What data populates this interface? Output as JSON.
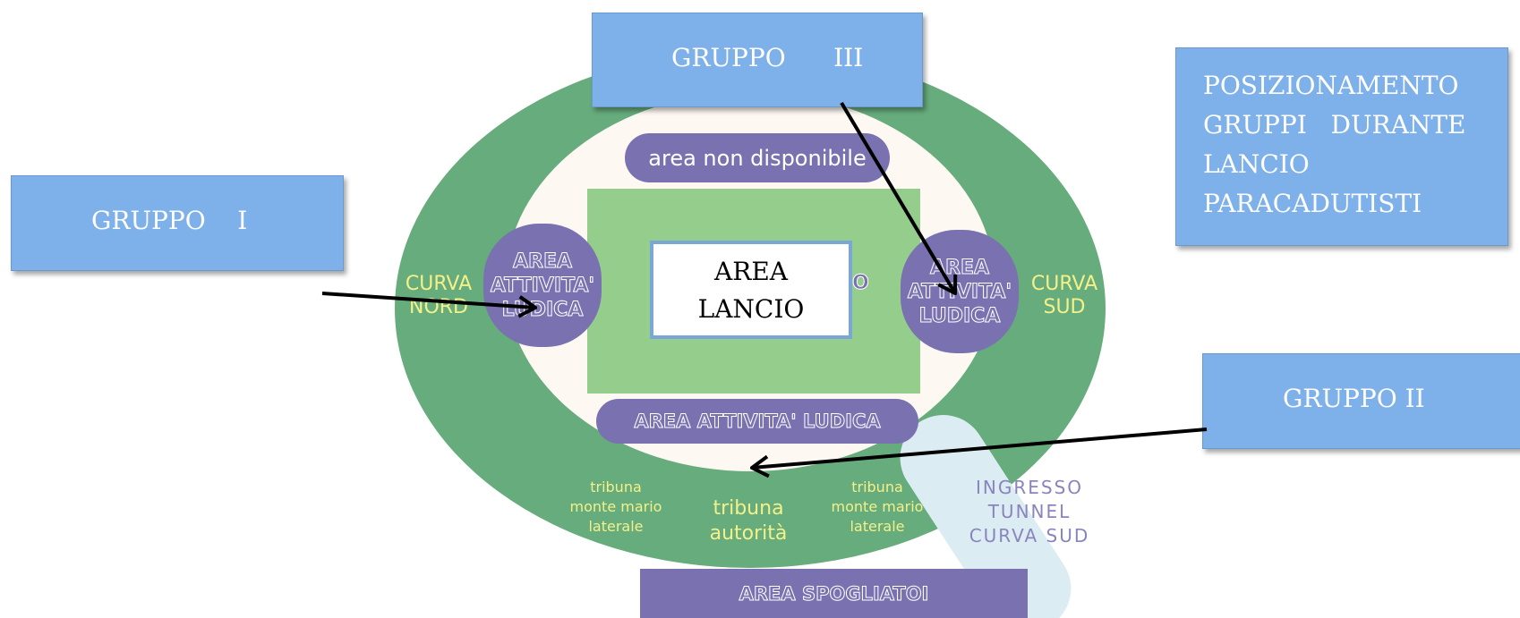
{
  "colors": {
    "outer_ring": "#67ac7c",
    "inner_oval": "#fdf8f2",
    "field": "#95cd8d",
    "purple": "#7a72b0",
    "blue_box": "#7eb0ea",
    "tunnel": "#dcecf3",
    "yellow_text": "#f4f08a"
  },
  "groups": {
    "g1": "GRUPPO    I",
    "g2": "GRUPPO II",
    "g3": "GRUPPO      III"
  },
  "title_lines": [
    "POSIZIONAMENTO",
    "GRUPPI   DURANTE",
    "LANCIO",
    "PARACADUTISTI"
  ],
  "launch_area": [
    "AREA",
    "LANCIO"
  ],
  "field_partial_text": "O",
  "area_non_disponibile": "area non disponibile",
  "ludica_left": [
    "AREA",
    "ATTIVITA'",
    "LUDICA"
  ],
  "ludica_right": [
    "AREA",
    "ATTIVITA'",
    "LUDICA"
  ],
  "ludica_bottom": "AREA ATTIVITA' LUDICA",
  "curva_nord": [
    "CURVA",
    "NORD"
  ],
  "curva_sud": [
    "CURVA",
    "SUD"
  ],
  "tribuna_left": [
    "tribuna",
    "monte mario",
    "laterale"
  ],
  "tribuna_center": [
    "tribuna",
    "autorità"
  ],
  "tribuna_right": [
    "tribuna",
    "monte mario",
    "laterale"
  ],
  "ingresso": [
    "INGRESSO",
    "TUNNEL",
    "CURVA SUD"
  ],
  "spogliatoi": "AREA SPOGLIATOI"
}
